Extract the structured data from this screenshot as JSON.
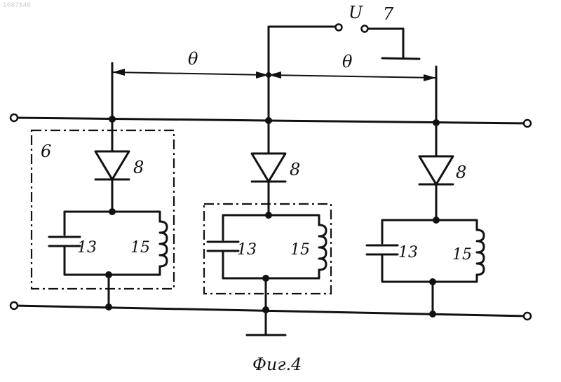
{
  "watermark_id": "1687846",
  "figure_caption": "Фиг.4",
  "labels": {
    "voltage": "U",
    "switch": "7",
    "distance_left": "θ",
    "distance_right": "θ",
    "module_box": "6"
  },
  "stages": [
    {
      "diode": "8",
      "capacitor": "13",
      "inductor": "15"
    },
    {
      "diode": "8",
      "capacitor": "13",
      "inductor": "15"
    },
    {
      "diode": "8",
      "capacitor": "13",
      "inductor": "15"
    }
  ]
}
